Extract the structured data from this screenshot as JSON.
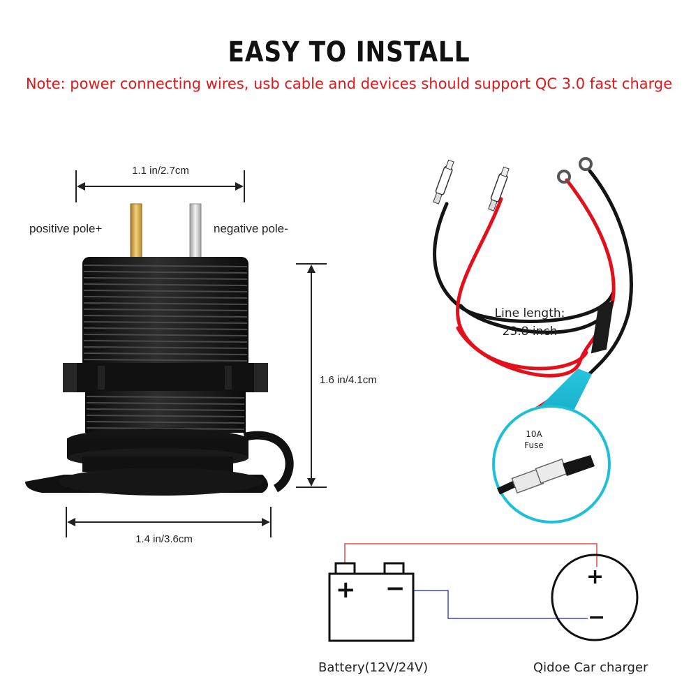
{
  "header": {
    "title": "EASY TO INSTALL",
    "note": "Note: power connecting wires, usb cable and devices should support QC 3.0 fast charge"
  },
  "socket": {
    "width_top": "1.1 in/2.7cm",
    "height": "1.6 in/4.1cm",
    "width_bottom": "1.4 in/3.6cm",
    "positive_pole": "positive pole+",
    "negative_pole": "negative pole-"
  },
  "wires": {
    "line_length_label": "Line length:",
    "line_length_value": "23.8 inch",
    "fuse_rating": "10A",
    "fuse_label": "Fuse"
  },
  "wiring": {
    "battery_label": "Battery(12V/24V)",
    "charger_label": "Qidoe Car charger",
    "plus": "+",
    "minus": "−"
  },
  "colors": {
    "title": "#111111",
    "note": "#e0181b",
    "red_wire": "#e3101c",
    "black_wire": "#141414",
    "callout": "#1ec0d8",
    "positive_line": "#e04848",
    "negative_line": "#3b48c8"
  }
}
